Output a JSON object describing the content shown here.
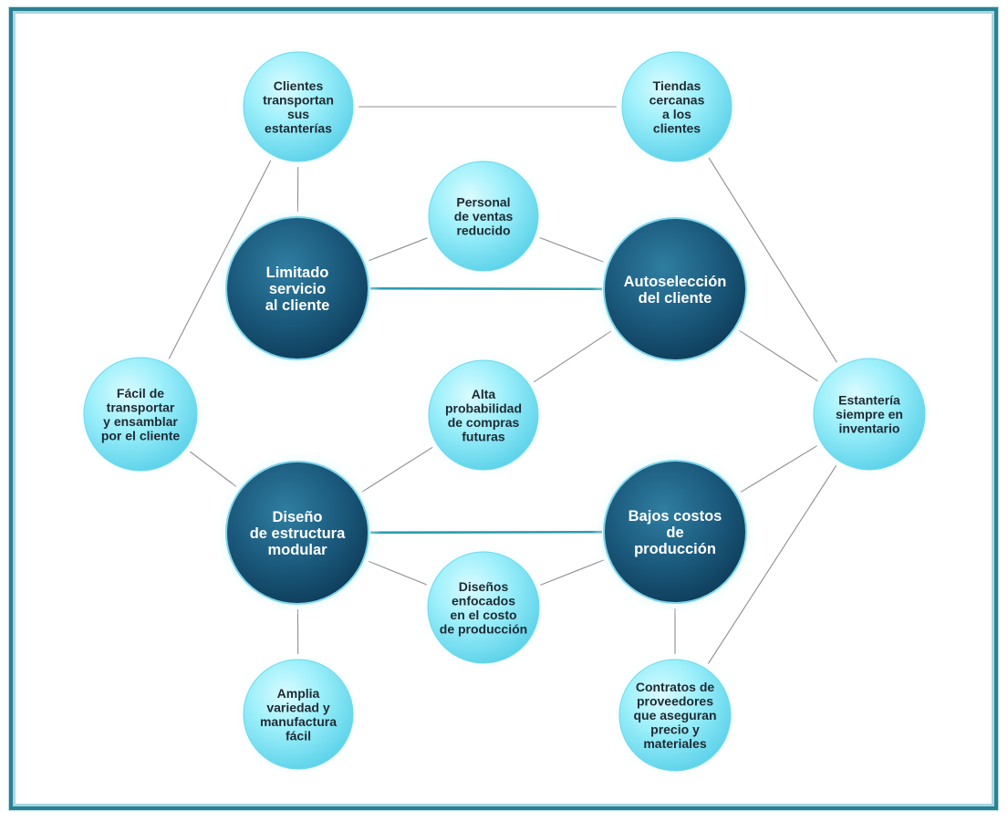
{
  "colors": {
    "frame_border": "#2c7f92",
    "small_node_fill": "#86e6f5",
    "small_node_highlight": "#d9fbff",
    "big_node_fill": "#1c5a7c",
    "big_node_dark": "#0f3e5c",
    "glow": "#9fe6f7",
    "thin_line": "#8d8d96",
    "thick_line": "#2a9db0"
  },
  "diagram": {
    "nodes": [
      {
        "id": "clientes_transportan",
        "type": "small",
        "lines": [
          "Clientes",
          "transportan",
          "sus",
          "estanterías"
        ]
      },
      {
        "id": "tiendas_cercanas",
        "type": "small",
        "lines": [
          "Tiendas",
          "cercanas",
          "a los",
          "clientes"
        ]
      },
      {
        "id": "personal_ventas",
        "type": "small",
        "lines": [
          "Personal",
          "de ventas",
          "reducido"
        ]
      },
      {
        "id": "limitado_servicio",
        "type": "big",
        "lines": [
          "Limitado",
          "servicio",
          "al cliente"
        ]
      },
      {
        "id": "autoseleccion",
        "type": "big",
        "lines": [
          "Autoselección",
          "del cliente"
        ]
      },
      {
        "id": "facil_transportar",
        "type": "small",
        "lines": [
          "Fácil de",
          "transportar",
          "y ensamblar",
          "por el cliente"
        ]
      },
      {
        "id": "alta_probabilidad",
        "type": "small",
        "lines": [
          "Alta",
          "probabilidad",
          "de compras",
          "futuras"
        ]
      },
      {
        "id": "estanteria_inventario",
        "type": "small",
        "lines": [
          "Estantería",
          "siempre en",
          "inventario"
        ]
      },
      {
        "id": "diseno_modular",
        "type": "big",
        "lines": [
          "Diseño",
          "de estructura",
          "modular"
        ]
      },
      {
        "id": "bajos_costos",
        "type": "big",
        "lines": [
          "Bajos costos",
          "de",
          "producción"
        ]
      },
      {
        "id": "disenos_enfocados",
        "type": "small",
        "lines": [
          "Diseños",
          "enfocados",
          "en el costo",
          "de producción"
        ]
      },
      {
        "id": "amplia_variedad",
        "type": "small",
        "lines": [
          "Amplia",
          "variedad y",
          "manufactura",
          "fácil"
        ]
      },
      {
        "id": "contratos_proveedores",
        "type": "small",
        "lines": [
          "Contratos de",
          "proveedores",
          "que aseguran",
          "precio y",
          "materiales"
        ]
      }
    ],
    "edges": [
      {
        "from": "clientes_transportan",
        "to": "tiendas_cercanas",
        "style": "thin"
      },
      {
        "from": "clientes_transportan",
        "to": "limitado_servicio",
        "style": "thin"
      },
      {
        "from": "clientes_transportan",
        "to": "facil_transportar",
        "style": "thin"
      },
      {
        "from": "tiendas_cercanas",
        "to": "estanteria_inventario",
        "style": "thin"
      },
      {
        "from": "limitado_servicio",
        "to": "personal_ventas",
        "style": "thin"
      },
      {
        "from": "personal_ventas",
        "to": "autoseleccion",
        "style": "thin"
      },
      {
        "from": "limitado_servicio",
        "to": "autoseleccion",
        "style": "thick"
      },
      {
        "from": "autoseleccion",
        "to": "estanteria_inventario",
        "style": "thin"
      },
      {
        "from": "autoseleccion",
        "to": "alta_probabilidad",
        "style": "thin"
      },
      {
        "from": "alta_probabilidad",
        "to": "diseno_modular",
        "style": "thin"
      },
      {
        "from": "facil_transportar",
        "to": "diseno_modular",
        "style": "thin"
      },
      {
        "from": "diseno_modular",
        "to": "bajos_costos",
        "style": "thick"
      },
      {
        "from": "diseno_modular",
        "to": "disenos_enfocados",
        "style": "thin"
      },
      {
        "from": "disenos_enfocados",
        "to": "bajos_costos",
        "style": "thin"
      },
      {
        "from": "diseno_modular",
        "to": "amplia_variedad",
        "style": "thin"
      },
      {
        "from": "bajos_costos",
        "to": "estanteria_inventario",
        "style": "thin"
      },
      {
        "from": "bajos_costos",
        "to": "contratos_proveedores",
        "style": "thin"
      },
      {
        "from": "contratos_proveedores",
        "to": "estanteria_inventario",
        "style": "thin"
      }
    ]
  }
}
